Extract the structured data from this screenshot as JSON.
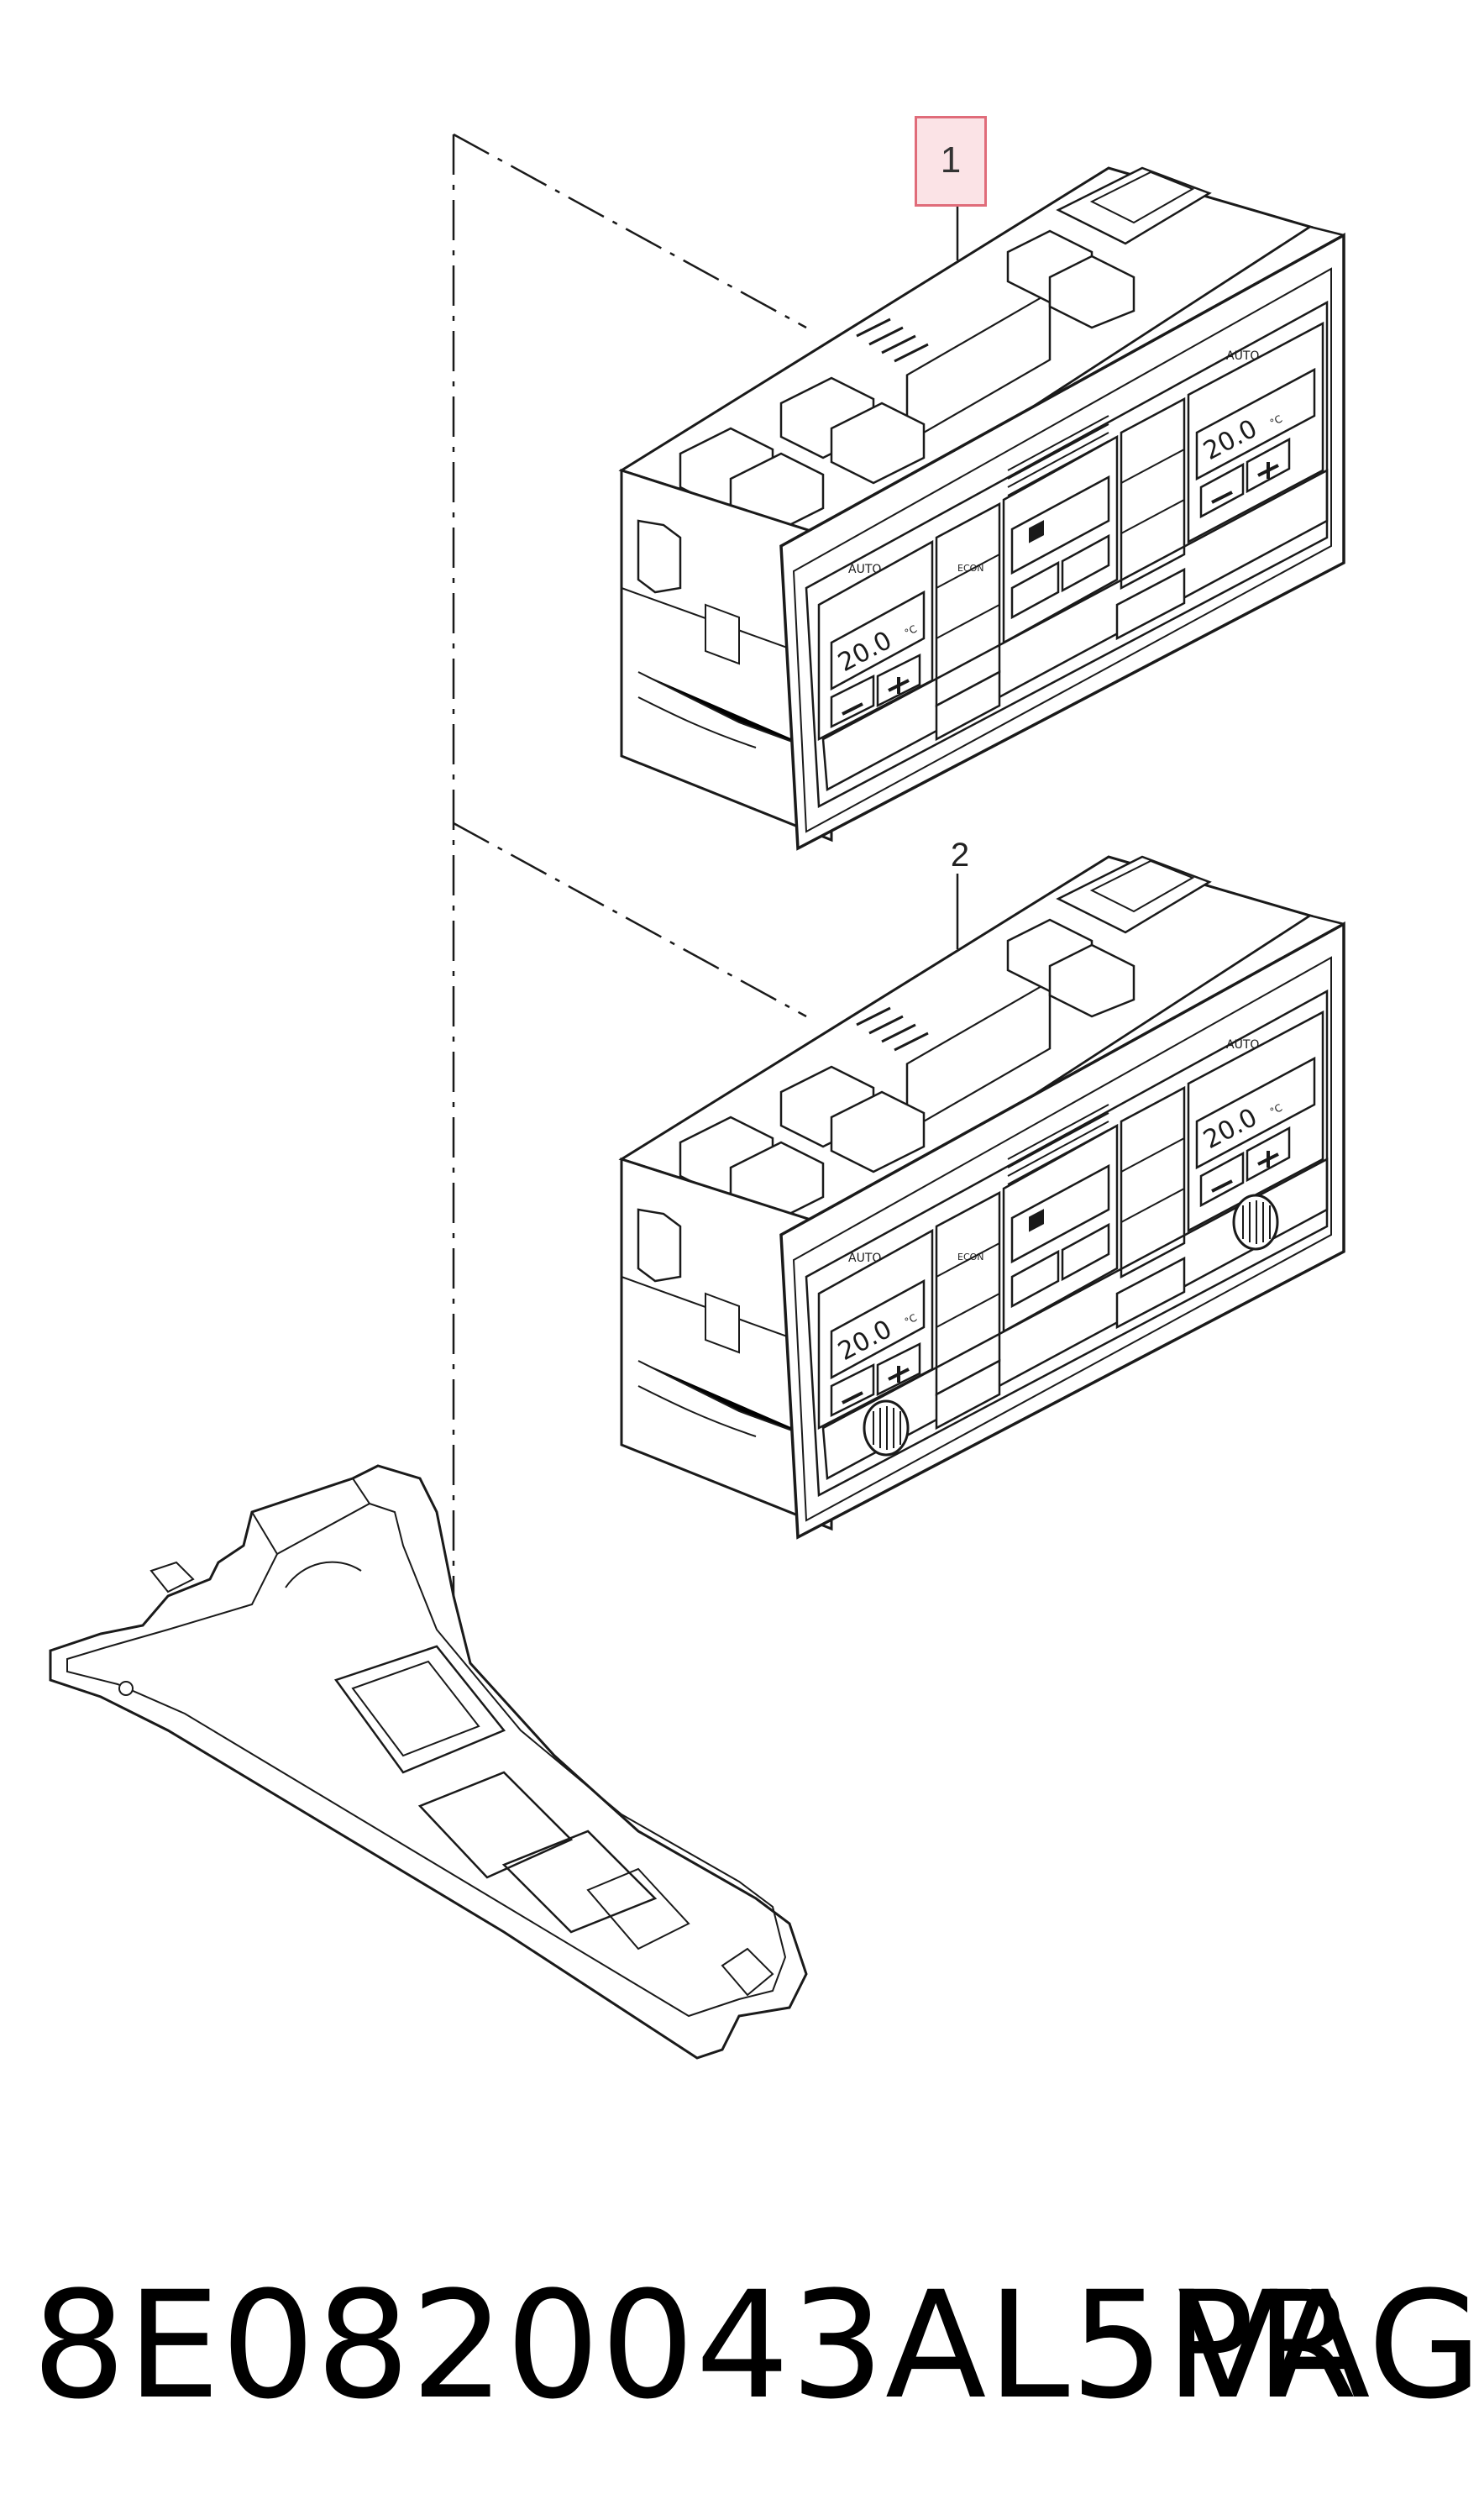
{
  "diagram": {
    "callouts": [
      {
        "id": "1",
        "label": "1"
      },
      {
        "id": "2",
        "label": "2"
      }
    ],
    "panel_labels": {
      "auto": "AUTO",
      "econ": "ECON",
      "temp_display": "20.0",
      "temp_unit": "°C"
    }
  },
  "footer": {
    "part_number": "8E0820043AL5PR",
    "brand": "VAG"
  },
  "colors": {
    "line": "#1a1a1a",
    "callout_fill": "#fbe3e6",
    "callout_border": "#e06c7a"
  }
}
